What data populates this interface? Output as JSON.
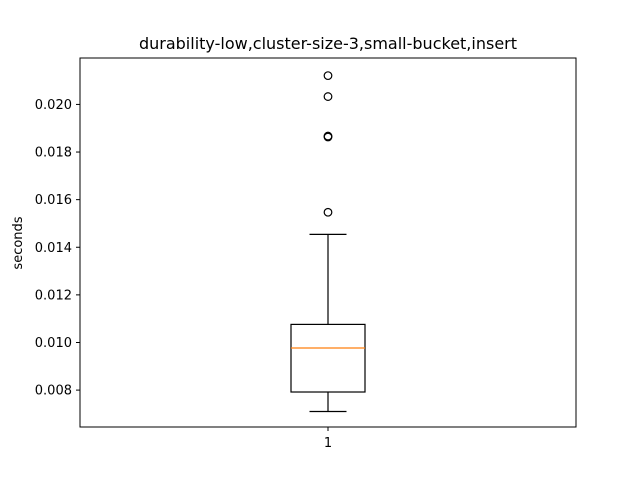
{
  "chart_data": {
    "type": "box",
    "title": "durability-low,cluster-size-3,small-bucket,insert",
    "xlabel": "",
    "ylabel": "seconds",
    "categories": [
      "1"
    ],
    "ylim": [
      0.00645,
      0.02195
    ],
    "yticks": [
      0.008,
      0.01,
      0.012,
      0.014,
      0.016,
      0.018,
      0.02
    ],
    "ytick_labels": [
      "0.008",
      "0.010",
      "0.012",
      "0.014",
      "0.016",
      "0.018",
      "0.020"
    ],
    "boxes": [
      {
        "category": "1",
        "whisker_low": 0.0071,
        "q1": 0.00792,
        "median": 0.00977,
        "q3": 0.01076,
        "whisker_high": 0.01454,
        "outliers": [
          0.01547,
          0.01863,
          0.01867,
          0.02033,
          0.02121
        ]
      }
    ],
    "colors": {
      "box": "#000000",
      "median": "#ff7f0e",
      "outlier": "#000000"
    }
  }
}
